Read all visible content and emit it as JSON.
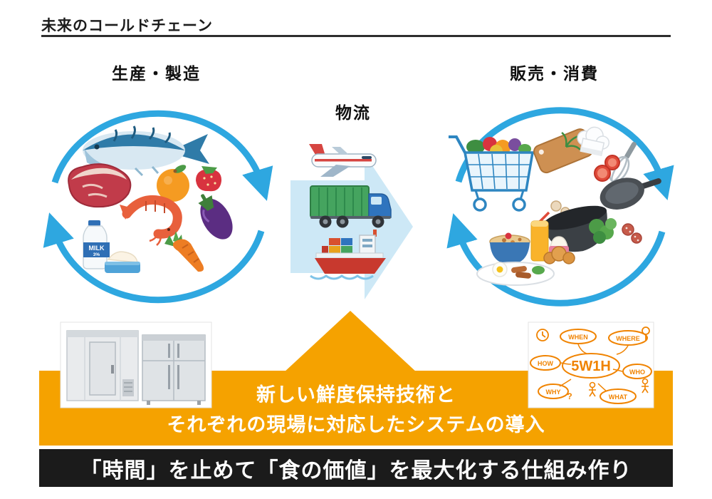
{
  "title": "未来のコールドチェーン",
  "sections": {
    "production": {
      "label": "生産・製造"
    },
    "logistics": {
      "label": "物流"
    },
    "consumption": {
      "label": "販売・消費"
    }
  },
  "banner": {
    "line1": "新しい鮮度保持技術と",
    "line2": "それぞれの現場に対応したシステムの導入"
  },
  "footer": {
    "text": "「時間」を止めて「食の価値」を最大化する仕組み作り"
  },
  "milk": {
    "label": "MILK",
    "sub": "3%"
  },
  "whiteboard": {
    "center": "5W1H",
    "question_mark": "?",
    "words": {
      "when": "WHEN",
      "where": "WHERE",
      "who": "WHO",
      "what": "WHAT",
      "why": "WHY",
      "how": "HOW"
    }
  },
  "icons": {
    "production": [
      "fish-icon",
      "beef-icon",
      "orange-icon",
      "strawberry-icon",
      "shrimp-icon",
      "eggplant-icon",
      "milk-icon",
      "butter-icon",
      "carrot-icon"
    ],
    "logistics": [
      "airplane-icon",
      "truck-icon",
      "cargo-ship-icon"
    ],
    "consumption": [
      "shopping-cart-icon",
      "cutting-board-icon",
      "herbs-icon",
      "chef-hat-icon",
      "whisk-icon",
      "tomato-slices-icon",
      "frying-pan-icon",
      "mushroom-icon",
      "kale-icon",
      "mixing-bowl-icon",
      "salami-icon",
      "cereal-bowl-icon",
      "orange-juice-icon",
      "breakfast-plate-icon",
      "croissant-icon",
      "parfait-icon"
    ],
    "photos": [
      "refrigerators-photo",
      "5w1h-whiteboard-photo"
    ],
    "arrows": [
      "production-cycle-arrows",
      "consumption-cycle-arrows",
      "logistics-flow-arrow",
      "upward-arrow"
    ]
  },
  "colors": {
    "accent_orange": "#F5A200",
    "cycle_blue": "#2EA7E0",
    "flow_arrow_blue": "#CDE8F6",
    "footer_black": "#1B1B1B",
    "marker_orange": "#F08300"
  }
}
